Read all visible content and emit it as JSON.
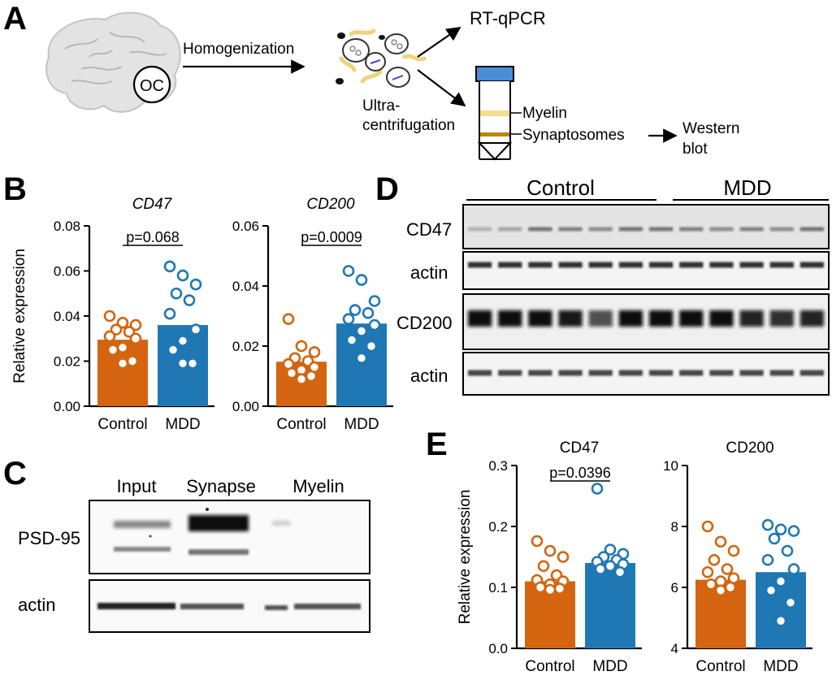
{
  "panels": {
    "a": {
      "letter": "A",
      "oc_label": "OC",
      "homogenization": "Homogenization",
      "ultracentrifugation_line1": "Ultra-",
      "ultracentrifugation_line2": "centrifugation",
      "rtqpcr": "RT-qPCR",
      "myelin": "Myelin",
      "synaptosomes": "Synaptosomes",
      "western_line1": "Western",
      "western_line2": "blot",
      "colors": {
        "myelin_band": "#f5dd8c",
        "synaptosome_band": "#b8860b",
        "tube_cap": "#4a8fd6",
        "brain": "#e3e3e3"
      }
    },
    "b": {
      "letter": "B"
    },
    "c": {
      "letter": "C",
      "columns": [
        "Input",
        "Synapse",
        "Myelin"
      ],
      "rows": [
        "PSD-95",
        "actin"
      ]
    },
    "d": {
      "letter": "D",
      "groups": [
        "Control",
        "MDD"
      ],
      "rows": [
        "CD47",
        "actin",
        "CD200",
        "actin"
      ]
    },
    "e": {
      "letter": "E"
    }
  },
  "colors": {
    "control": "#d4640f",
    "mdd": "#1f77b4"
  },
  "chart_data": [
    {
      "id": "b1",
      "type": "bar",
      "title": "CD47",
      "ylabel": "Relative expression",
      "categories": [
        "Control",
        "MDD"
      ],
      "ylim": [
        0,
        0.08
      ],
      "yticks": [
        "0.00",
        "0.02",
        "0.04",
        "0.06",
        "0.08"
      ],
      "bar_values": [
        0.0295,
        0.036
      ],
      "points": [
        [
          0.04,
          0.037,
          0.036,
          0.034,
          0.033,
          0.031,
          0.03,
          0.026,
          0.025,
          0.02,
          0.019
        ],
        [
          0.062,
          0.058,
          0.054,
          0.05,
          0.047,
          0.041,
          0.034,
          0.029,
          0.025,
          0.019,
          0.019
        ]
      ],
      "annotation": "p=0.068"
    },
    {
      "id": "b2",
      "type": "bar",
      "title": "CD200",
      "ylabel": "",
      "categories": [
        "Control",
        "MDD"
      ],
      "ylim": [
        0,
        0.06
      ],
      "yticks": [
        "0.00",
        "0.02",
        "0.04",
        "0.06"
      ],
      "bar_values": [
        0.0148,
        0.0275
      ],
      "points": [
        [
          0.029,
          0.02,
          0.018,
          0.016,
          0.015,
          0.014,
          0.013,
          0.012,
          0.011,
          0.01,
          0.009
        ],
        [
          0.045,
          0.042,
          0.035,
          0.032,
          0.031,
          0.029,
          0.027,
          0.025,
          0.022,
          0.02,
          0.016
        ]
      ],
      "annotation": "p=0.0009"
    },
    {
      "id": "e1",
      "type": "bar",
      "title": "CD47",
      "ylabel": "Relative expression",
      "categories": [
        "Control",
        "MDD"
      ],
      "ylim": [
        0,
        0.3
      ],
      "yticks": [
        "0.0",
        "0.1",
        "0.2",
        "0.3"
      ],
      "bar_values": [
        0.11,
        0.14
      ],
      "points": [
        [
          0.176,
          0.16,
          0.15,
          0.135,
          0.12,
          0.112,
          0.11,
          0.105,
          0.1,
          0.098,
          0.096
        ],
        [
          0.262,
          0.162,
          0.155,
          0.15,
          0.145,
          0.142,
          0.138,
          0.135,
          0.13,
          0.125
        ]
      ],
      "annotation": "p=0.0396"
    },
    {
      "id": "e2",
      "type": "bar",
      "title": "CD200",
      "ylabel": "",
      "categories": [
        "Control",
        "MDD"
      ],
      "ylim": [
        4,
        10
      ],
      "yticks": [
        "4",
        "6",
        "8",
        "10"
      ],
      "bar_values": [
        6.25,
        6.5
      ],
      "points": [
        [
          8.0,
          7.5,
          7.2,
          6.9,
          6.6,
          6.5,
          6.3,
          6.2,
          6.1,
          6.0,
          5.9
        ],
        [
          8.05,
          7.9,
          7.85,
          7.6,
          7.2,
          6.9,
          6.6,
          6.2,
          5.9,
          5.5,
          4.9
        ]
      ],
      "annotation": ""
    }
  ]
}
